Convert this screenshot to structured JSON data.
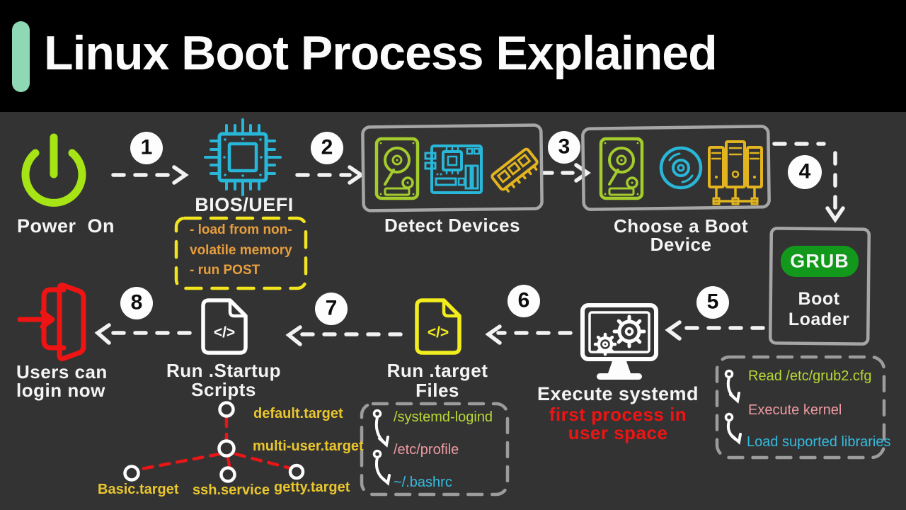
{
  "header": {
    "title": "Linux Boot Process Explained"
  },
  "steps": [
    "1",
    "2",
    "3",
    "4",
    "5",
    "6",
    "7",
    "8"
  ],
  "power": {
    "label": "Power On"
  },
  "bios": {
    "label": "BIOS/UEFI",
    "note_lines": [
      "- load from non-",
      "volatile memory",
      "- run POST"
    ]
  },
  "detect": {
    "label": "Detect Devices"
  },
  "choose": {
    "label_line1": "Choose a Boot",
    "label_line2": "Device"
  },
  "grub": {
    "badge": "GRUB",
    "label_line1": "Boot",
    "label_line2": "Loader",
    "details": [
      "Read /etc/grub2.cfg",
      "Execute kernel",
      "Load suported libraries"
    ]
  },
  "systemd": {
    "label": "Execute systemd",
    "sub_line1": "first process in",
    "sub_line2": "user space"
  },
  "target_files": {
    "label_line1": "Run .target",
    "label_line2": "Files",
    "items": [
      "/systemd-logind",
      "/etc/profile",
      "~/.bashrc"
    ]
  },
  "startup_scripts": {
    "label_line1": "Run .Startup",
    "label_line2": "Scripts",
    "tree": {
      "root": "default.target",
      "middle": "multi-user.target",
      "children": [
        "Basic.target",
        "ssh.service",
        "getty.target"
      ]
    }
  },
  "login": {
    "label_line1": "Users can",
    "label_line2": "login now"
  },
  "icons": {
    "code_glyph": "</>",
    "names": [
      "power-icon",
      "cpu-chip-icon",
      "hard-drive-icon",
      "motherboard-icon",
      "ram-icon",
      "disc-icon",
      "server-rack-icon",
      "monitor-gears-icon",
      "code-file-icon",
      "login-door-icon"
    ]
  },
  "colors": {
    "background": "#333333",
    "header_background": "#000000",
    "accent_bar": "#8fd8b5",
    "power_green": "#a6e416",
    "cyan": "#29b7d9",
    "device_green": "#a3cc2c",
    "device_yellow": "#e2b41f",
    "note_border_yellow": "#f2e41e",
    "note_text_orange": "#e79e3c",
    "grub_green": "#12991c",
    "red": "#ee1414",
    "tree_label_yellow": "#e9c62e",
    "path_green": "#b8d936",
    "path_pink": "#ef9aa2",
    "path_cyan": "#35bbdf",
    "box_gray": "#a6a6a6",
    "file_yellow": "#f2ee1e",
    "arrow_white": "#f2f2f2"
  }
}
